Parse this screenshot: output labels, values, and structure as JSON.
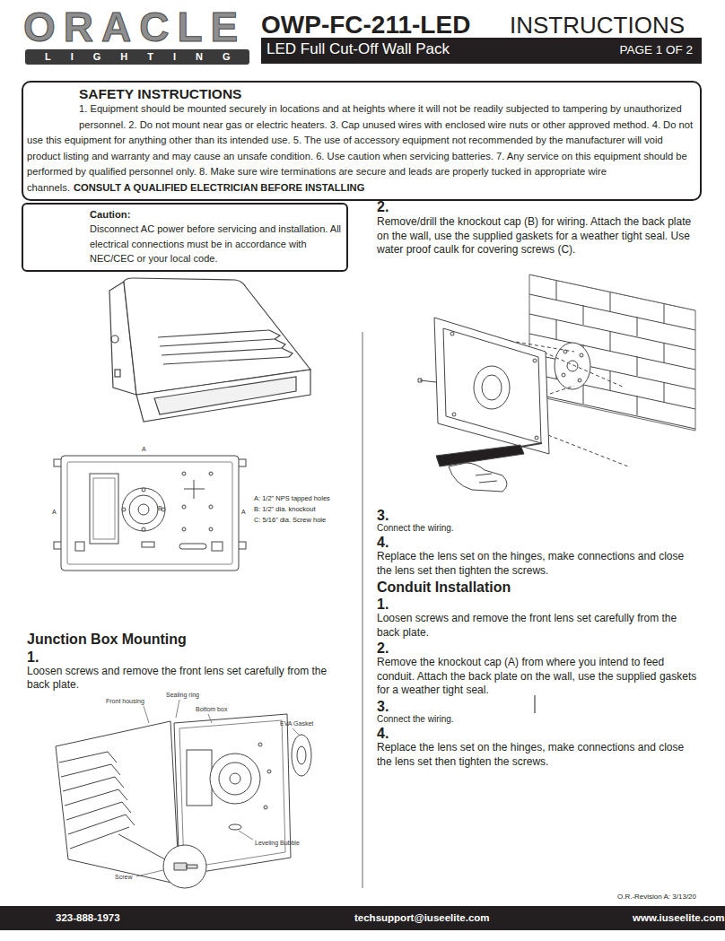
{
  "diagram": {
    "title": "OWP-FC-211-LED",
    "nodes": [
      {
        "text": [
          "LED Full Cut-Off Wall Pack",
          "PAGE 1 OF 2"
        ]
      },
      {
        "text": [
          "SAFETY INSTRUCTIONS",
          "1. Equipment should be mounted securely in locations and at heights where it will not be readily subjected to tampering by unauthorized personnel. 2. Do not mount near gas or electric heaters. 3. Cap unused wires with enclosed wire nuts or other approved method. 4. Do not use this equipment for anything other than its intended use. 5. The use of accessory equipment not recommended by the manufacturer will void product listing and warranty and may cause an unsafe condition. 6. Use caution when servicing batteries. 7. Any service on this equipment should be performed by qualified personnel only. 8. Make sure wire terminations are secure and leads are properly tucked in appropriate wire channels.",
          "CONSULT A QUALIFIED ELECTRICIAN BEFORE INSTALLING"
        ]
      },
      {
        "text": [
          "Caution:",
          "Disconnect AC power before servicing and installation. All electrical connections must be in accordance with NEC/CEC or your local code."
        ]
      },
      {
        "text": [
          "323-888-1973",
          "techsupport@iuseelite.com",
          "www.iuseelite.com"
        ]
      }
    ],
    "labels": [
      "ORACLE",
      "LIGHTING",
      "INSTRUCTIONS",
      "A",
      "A",
      "A",
      "B",
      "A: 1/2\" NPS tapped holes",
      "B: 1/2\" dia. knockout",
      "C: 5/16\" dia. Screw hole",
      "Junction Box Mounting",
      "1.",
      "Loosen screws and remove the front lens set carefully from the back plate.",
      "Front housing",
      "Sealing ring",
      "Bottom box",
      "EVA Gasket",
      "Leveling Bubble",
      "Screw",
      "2.",
      "Remove/drill the knockout cap (B) for wiring. Attach the back plate on the wall, use the supplied gaskets for a weather tight seal. Use water proof caulk for covering screws (C).",
      "3.",
      "Connect the wiring.",
      "4.",
      "Replace the lens set on the hinges, make connections and close the lens set then tighten the screws.",
      "Conduit Installation",
      "1.",
      "Loosen screws and remove the front lens set carefully from the back plate.",
      "2.",
      "Remove the knockout cap (A) from where you intend to feed conduit. Attach the back plate on the wall, use the supplied gaskets for a weather tight seal.",
      "3.",
      "Connect the wiring.",
      "4.",
      "Replace the lens set on the hinges, make connections and close the lens set then tighten the screws.",
      "O.R.-Revision A: 3/13/20"
    ]
  }
}
